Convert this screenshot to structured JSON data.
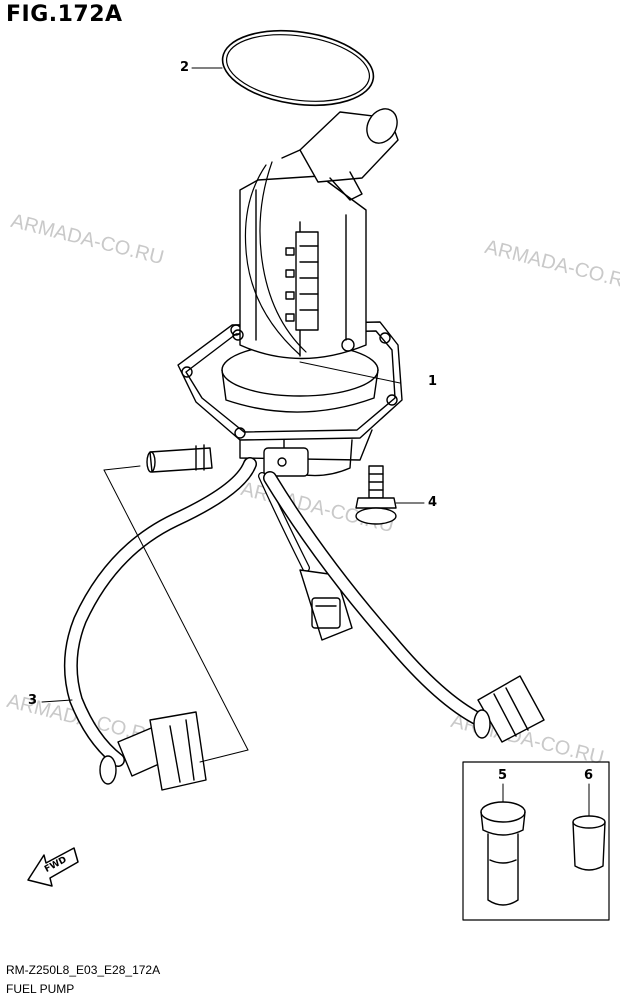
{
  "figure": {
    "title": "FIG.172A",
    "code": "RM-Z250L8_E03_E28_172A",
    "name": "FUEL PUMP"
  },
  "callouts": [
    "1",
    "2",
    "3",
    "4",
    "5",
    "6"
  ],
  "watermark": "ARMADA-CO.RU",
  "direction_label": "FWD"
}
